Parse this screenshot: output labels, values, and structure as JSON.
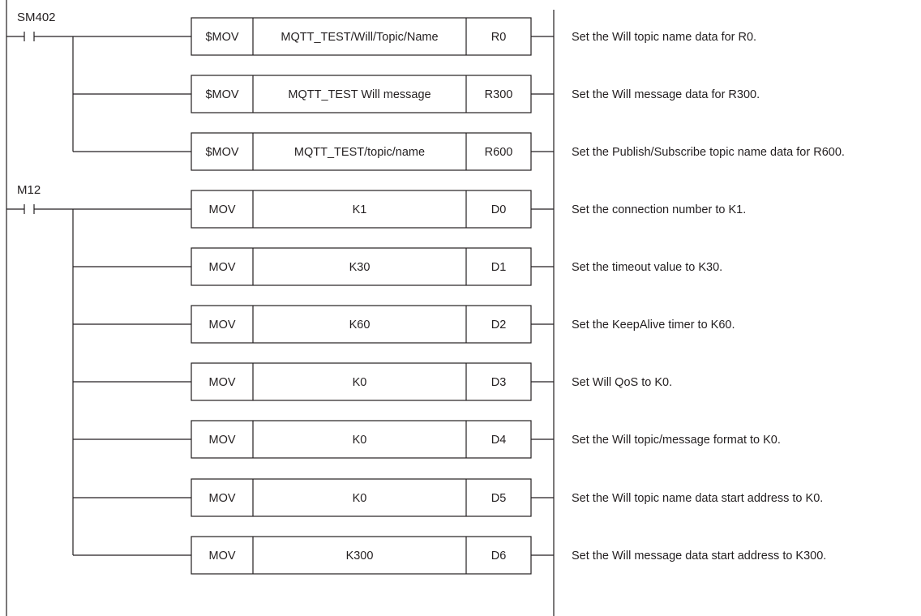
{
  "contacts": [
    {
      "label": "SM402"
    },
    {
      "label": "M12"
    }
  ],
  "instructions": [
    {
      "op": "$MOV",
      "source": "MQTT_TEST/Will/Topic/Name",
      "dest": "R0",
      "comment": "Set the Will topic name data for R0."
    },
    {
      "op": "$MOV",
      "source": "MQTT_TEST Will message",
      "dest": "R300",
      "comment": "Set the Will message data for R300."
    },
    {
      "op": "$MOV",
      "source": "MQTT_TEST/topic/name",
      "dest": "R600",
      "comment": "Set the Publish/Subscribe topic name data for R600."
    },
    {
      "op": "MOV",
      "source": "K1",
      "dest": "D0",
      "comment": "Set the connection number to K1."
    },
    {
      "op": "MOV",
      "source": "K30",
      "dest": "D1",
      "comment": "Set the timeout value to K30."
    },
    {
      "op": "MOV",
      "source": "K60",
      "dest": "D2",
      "comment": "Set the KeepAlive timer to K60."
    },
    {
      "op": "MOV",
      "source": "K0",
      "dest": "D3",
      "comment": "Set Will QoS to K0."
    },
    {
      "op": "MOV",
      "source": "K0",
      "dest": "D4",
      "comment": "Set the Will topic/message format to K0."
    },
    {
      "op": "MOV",
      "source": "K0",
      "dest": "D5",
      "comment": "Set the Will topic name data start address to K0."
    },
    {
      "op": "MOV",
      "source": "K300",
      "dest": "D6",
      "comment": "Set the Will message data start address to K300."
    }
  ]
}
